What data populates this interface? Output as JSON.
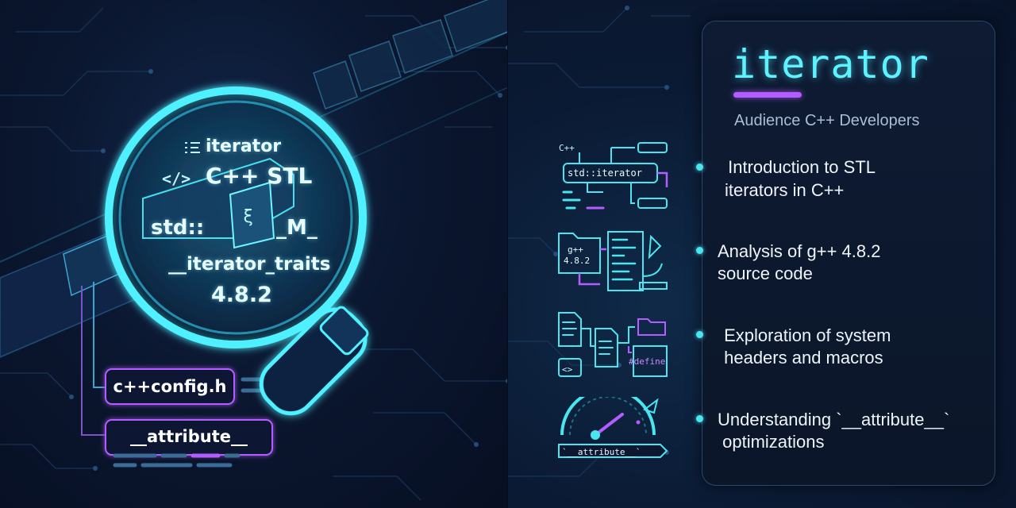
{
  "magnifier": {
    "header_label": "iterator",
    "stl_label": "C++ STL",
    "namespace_label": "std::",
    "macro_label": "_M_",
    "traits_label": "__iterator_traits",
    "version_label": "4.8.2"
  },
  "chips": {
    "config_label": "c++config.h",
    "attribute_label": "__attribute__"
  },
  "card": {
    "title": "iterator",
    "subtitle": "Audience C++ Developers"
  },
  "topics": [
    {
      "line1": " Introduction to STL",
      "line2": "iterators in C++"
    },
    {
      "line1": "Analysis of g++ 4.8.2",
      "line2": "source code"
    },
    {
      "line1": " Exploration of system",
      "line2": " headers and macros"
    },
    {
      "line1": "Understanding `__attribute__`",
      "line2": " optimizations"
    }
  ],
  "icons": {
    "diagram_cpp_label": "C++",
    "diagram_iterator_label": "std::iterator",
    "compiler_version_line1": "g++",
    "compiler_version_line2": "4.8.2",
    "define_label": "#define",
    "gauge_label": "`__attribute__`"
  },
  "colors": {
    "cyan": "#49e6f0",
    "purple": "#b35cff",
    "card_bg": "#0e1b33"
  }
}
